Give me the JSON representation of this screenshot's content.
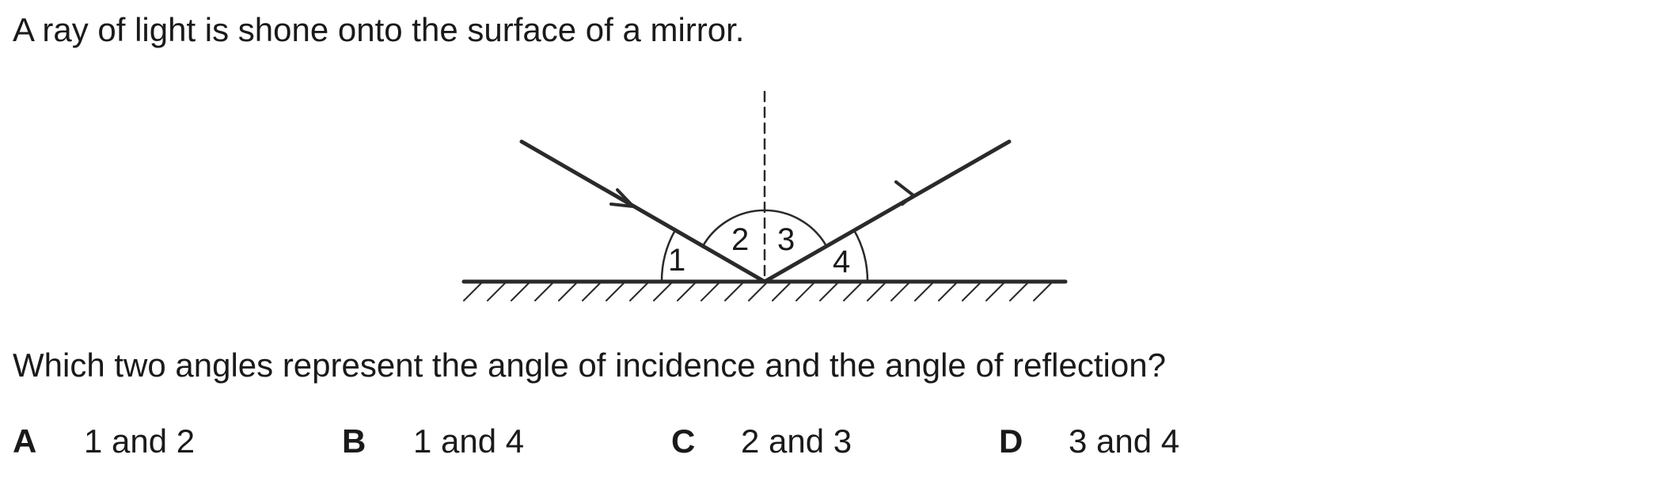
{
  "question": {
    "stem": "A ray of light is shone onto the surface of a mirror.",
    "prompt": "Which two angles represent the angle of incidence and the angle of reflection?"
  },
  "diagram": {
    "angle_labels": [
      "1",
      "2",
      "3",
      "4"
    ]
  },
  "options": [
    {
      "letter": "A",
      "text": "1 and 2"
    },
    {
      "letter": "B",
      "text": "1 and 4"
    },
    {
      "letter": "C",
      "text": "2 and 3"
    },
    {
      "letter": "D",
      "text": "3 and 4"
    }
  ]
}
